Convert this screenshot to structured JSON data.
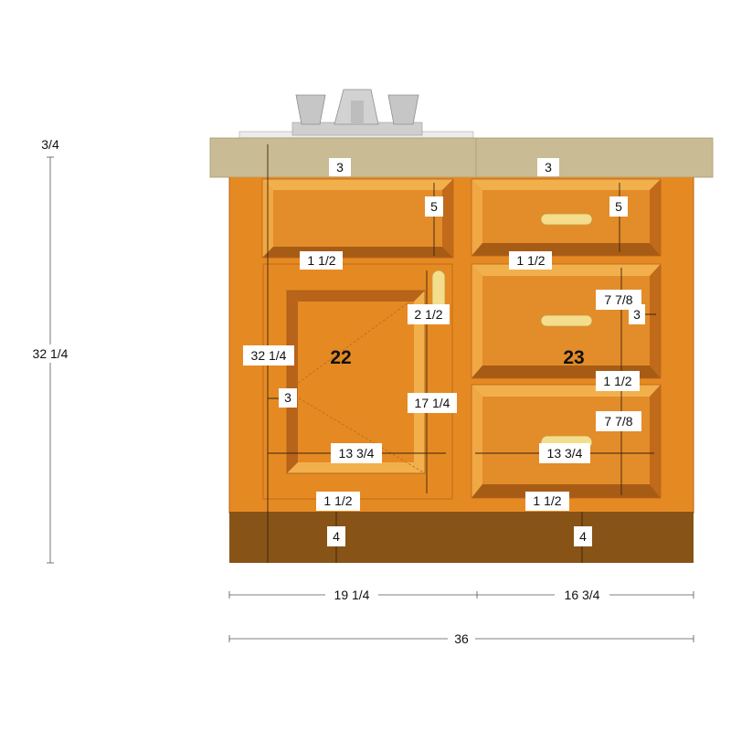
{
  "colors": {
    "countertop": "#c9bb93",
    "cabinet": "#e58a23",
    "cabinet_dark": "#b8631a",
    "bevel_light": "#f2b04c",
    "bevel_dark": "#a75c16",
    "panel": "#e38c2a",
    "toe_kick": "#875316",
    "handle": "#f4dd8d",
    "faucet": "#c8c8c8"
  },
  "labels": {
    "overall_width": "36",
    "left_width": "19 1/4",
    "right_width": "16 3/4",
    "total_height": "32 1/4",
    "counter_thickness": "3/4",
    "top_rail_left": "3",
    "top_rail_right": "3",
    "drawer_height_left": "5",
    "drawer_height_right": "5",
    "rail_left_mid": "1 1/2",
    "rail_right_mid": "1 1/2",
    "door_frame_height": "32 1/4",
    "stile_side": "3",
    "panel_edge": "2 1/2",
    "door_panel_height": "17 1/4",
    "door_panel_width": "13 3/4",
    "rail_left_bottom": "1 1/2",
    "toe_left": "4",
    "drawer2_height": "7 7/8",
    "drawer2_gap": "3",
    "rail_right_lower": "1 1/2",
    "drawer3_height": "7 7/8",
    "drawer3_width": "13 3/4",
    "rail_right_bottom": "1 1/2",
    "toe_right": "4",
    "part_left": "22",
    "part_right": "23"
  }
}
